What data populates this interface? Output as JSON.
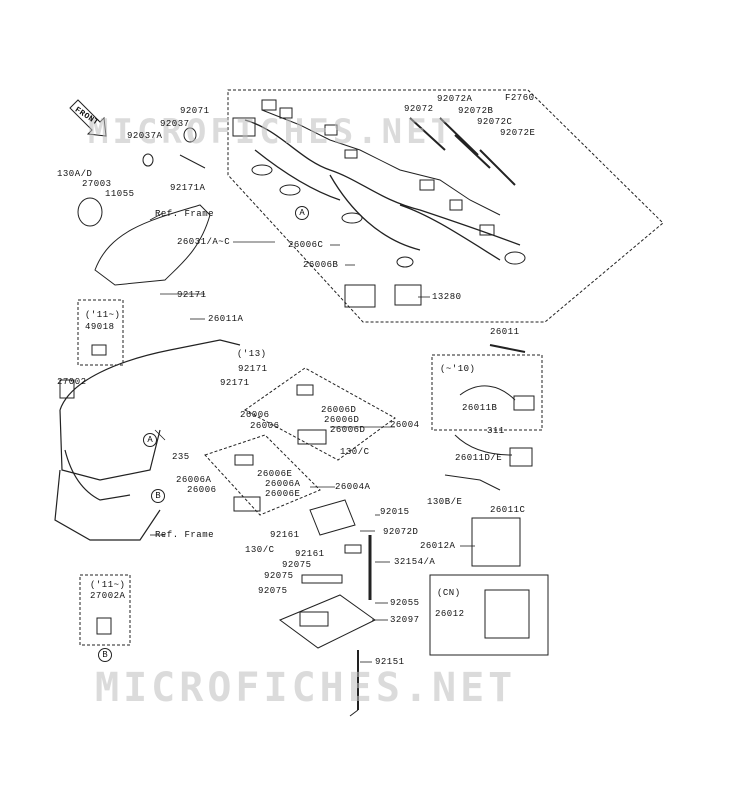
{
  "figure_code": "F2760",
  "front_label": "FRONT",
  "watermark": "MICROFICHES.NET",
  "labels": {
    "p92071": "92071",
    "p92037": "92037",
    "p92037A": "92037A",
    "p92171A": "92171A",
    "p130AD": "130A/D",
    "p27003": "27003",
    "p11055": "11055",
    "refframe1": "Ref. Frame",
    "p92171a": "92171",
    "p92072": "92072",
    "p92072A": "92072A",
    "p92072B": "92072B",
    "p92072C": "92072C",
    "p92072E": "92072E",
    "p26031": "26031/A~C",
    "p26006C": "26006C",
    "p26006B": "26006B",
    "p13280": "13280",
    "p11a": "('11~)",
    "p49018": "49018",
    "p26011A": "26011A",
    "p13": "('13)",
    "p92171b": "92171",
    "p92171c": "92171",
    "p27002": "27002",
    "p26011": "26011",
    "p10": "(~'10)",
    "p26011B": "26011B",
    "p311": "311",
    "p26011DE": "26011D/E",
    "p130BE": "130B/E",
    "p26011C": "26011C",
    "p26006a": "26006",
    "p26006b": "26006",
    "p26006D1": "26006D",
    "p26006D2": "26006D",
    "p26006D3": "26006D",
    "p26004": "26004",
    "p235": "235",
    "p130C1": "130/C",
    "p26006A1": "26006A",
    "p26006c": "26006",
    "p26006E1": "26006E",
    "p26006A2": "26006A",
    "p26006E2": "26006E",
    "p26004A": "26004A",
    "p92015": "92015",
    "p92072D": "92072D",
    "p92161a": "92161",
    "p92161b": "92161",
    "p92075a": "92075",
    "p92075b": "92075",
    "p92075c": "92075",
    "p32154": "32154/A",
    "p26012A": "26012A",
    "refframe2": "Ref. Frame",
    "p130C2": "130/C",
    "pCN": "(CN)",
    "p26012": "26012",
    "p92055": "92055",
    "p32097": "32097",
    "p92151": "92151",
    "p11b": "('11~)",
    "p27002A": "27002A",
    "circA1": "A",
    "circA2": "A",
    "circB1": "B",
    "circB2": "B"
  }
}
